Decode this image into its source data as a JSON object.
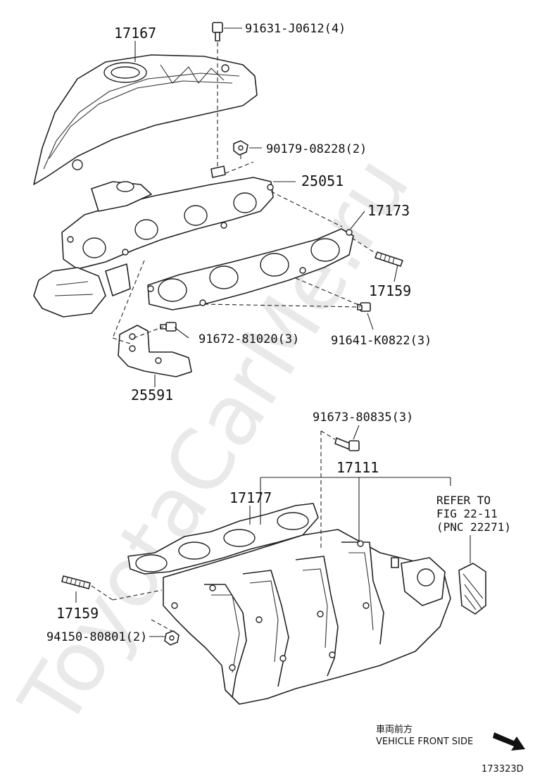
{
  "watermark": "ToyotaCarMe.ru",
  "diagram_id": "173323D",
  "direction": {
    "japanese": "車両前方",
    "english": "VEHICLE FRONT SIDE"
  },
  "refer_note": {
    "line1": "REFER TO",
    "line2": "FIG 22-11",
    "line3": "(PNC 22271)"
  },
  "labels": {
    "p17167": "17167",
    "p91631": "91631-J0612(4)",
    "p90179": "90179-08228(2)",
    "p25051": "25051",
    "p17173": "17173",
    "p17159_top": "17159",
    "p91672": "91672-81020(3)",
    "p91641": "91641-K0822(3)",
    "p25591": "25591",
    "p91673": "91673-80835(3)",
    "p17111": "17111",
    "p17177": "17177",
    "p17159_bottom": "17159",
    "p94150": "94150-80801(2)"
  }
}
